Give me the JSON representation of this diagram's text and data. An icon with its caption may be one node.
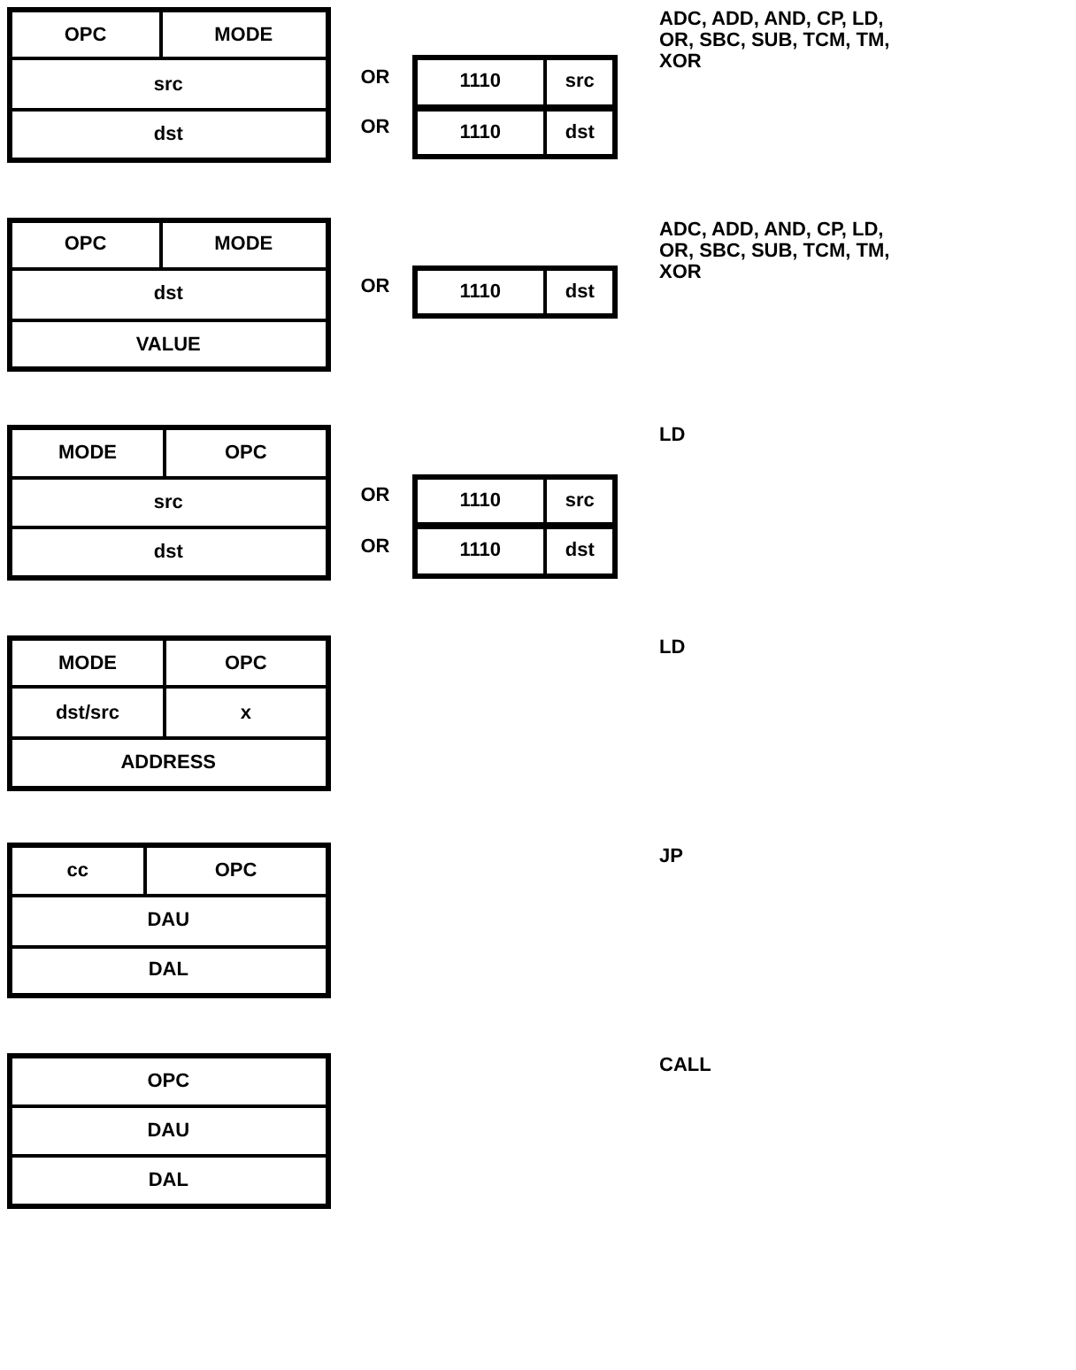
{
  "diagram": {
    "nodes": [
      {
        "text": [],
        "shape": "box"
      },
      {
        "text": [
          "OPC"
        ],
        "in": 0
      },
      {
        "text": [
          "MODE"
        ],
        "in": 0
      },
      {
        "text": [
          "src"
        ],
        "in": 0
      },
      {
        "text": [
          "dst"
        ],
        "in": 0
      },
      {
        "text": [],
        "shape": "box"
      },
      {
        "text": [
          "1110"
        ],
        "in": 5
      },
      {
        "text": [
          "src"
        ],
        "in": 5
      },
      {
        "text": [],
        "shape": "box"
      },
      {
        "text": [
          "1110"
        ],
        "in": 8
      },
      {
        "text": [
          "dst"
        ],
        "in": 8
      },
      {
        "text": [],
        "shape": "box"
      },
      {
        "text": [
          "OPC"
        ],
        "in": 11
      },
      {
        "text": [
          "MODE"
        ],
        "in": 11
      },
      {
        "text": [
          "dst"
        ],
        "in": 11
      },
      {
        "text": [
          "VALUE"
        ],
        "in": 11
      },
      {
        "text": [],
        "shape": "box"
      },
      {
        "text": [
          "1110"
        ],
        "in": 16
      },
      {
        "text": [
          "dst"
        ],
        "in": 16
      },
      {
        "text": [],
        "shape": "box"
      },
      {
        "text": [
          "MODE"
        ],
        "in": 19
      },
      {
        "text": [
          "OPC"
        ],
        "in": 19
      },
      {
        "text": [
          "src"
        ],
        "in": 19
      },
      {
        "text": [
          "dst"
        ],
        "in": 19
      },
      {
        "text": [],
        "shape": "box"
      },
      {
        "text": [
          "1110"
        ],
        "in": 24
      },
      {
        "text": [
          "src"
        ],
        "in": 24
      },
      {
        "text": [],
        "shape": "box"
      },
      {
        "text": [
          "1110"
        ],
        "in": 27
      },
      {
        "text": [
          "dst"
        ],
        "in": 27
      },
      {
        "text": [],
        "shape": "box"
      },
      {
        "text": [
          "MODE"
        ],
        "in": 30
      },
      {
        "text": [
          "OPC"
        ],
        "in": 30
      },
      {
        "text": [
          "dst/src"
        ],
        "in": 30
      },
      {
        "text": [
          "x"
        ],
        "in": 30
      },
      {
        "text": [
          "ADDRESS"
        ],
        "in": 30
      },
      {
        "text": [],
        "shape": "box"
      },
      {
        "text": [
          "cc"
        ],
        "in": 36
      },
      {
        "text": [
          "OPC"
        ],
        "in": 36
      },
      {
        "text": [
          "DAU"
        ],
        "in": 36
      },
      {
        "text": [
          "DAL"
        ],
        "in": 36
      },
      {
        "text": [],
        "shape": "box"
      },
      {
        "text": [
          "OPC"
        ],
        "in": 41
      },
      {
        "text": [
          "DAU"
        ],
        "in": 41
      },
      {
        "text": [
          "DAL"
        ],
        "in": 41
      }
    ],
    "labels": [
      "ADC, ADD, AND, CP, LD, OR, SBC, SUB, TCM, TM, XOR",
      "OR",
      "OR",
      "ADC, ADD, AND, CP, LD, OR, SBC, SUB, TCM, TM, XOR",
      "OR",
      "LD",
      "OR",
      "OR",
      "LD",
      "JP",
      "CALL"
    ]
  }
}
